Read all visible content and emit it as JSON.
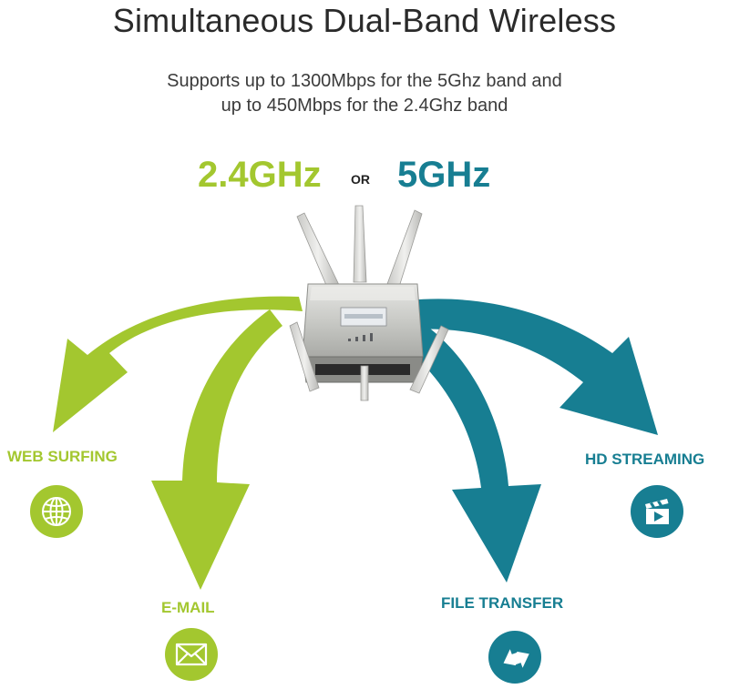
{
  "header": {
    "title": "Simultaneous Dual-Band Wireless",
    "subtitle_line1": "Supports up to 1300Mbps for the 5Ghz band and",
    "subtitle_line2": "up to 450Mbps for the 2.4Ghz band"
  },
  "bands": {
    "band_24": "2.4GHz",
    "or_label": "OR",
    "band_5": "5GHz"
  },
  "features": {
    "web": {
      "label": "WEB SURFING",
      "icon": "globe-icon"
    },
    "email": {
      "label": "E-MAIL",
      "icon": "envelope-icon"
    },
    "file": {
      "label": "FILE TRANSFER",
      "icon": "transfer-arrows-icon"
    },
    "hd": {
      "label": "HD STREAMING",
      "icon": "clapperboard-play-icon"
    }
  },
  "colors": {
    "green": "#a3c72f",
    "teal": "#177e92",
    "text": "#2a2a2a"
  }
}
